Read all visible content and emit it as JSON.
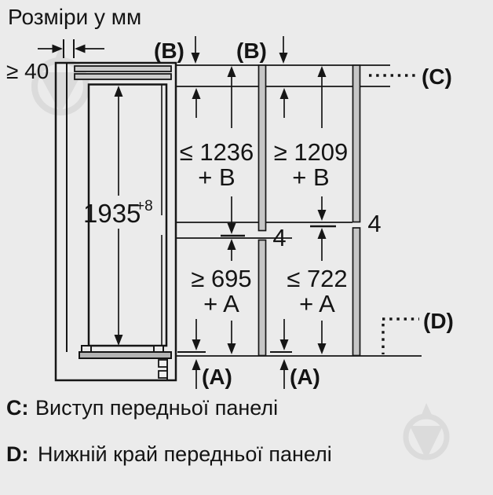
{
  "title": "Розміри у мм",
  "diagram": {
    "top_clearance": "≥ 40",
    "niche_height": "1935",
    "niche_height_tolerance": "+8",
    "panel_top_label_1": "(B)",
    "panel_top_label_2": "(B)",
    "front_panel_overhang_label": "(C)",
    "front_panel_bottom_edge_label": "(D)",
    "bottom_overlap_label_1": "(A)",
    "bottom_overlap_label_2": "(A)",
    "option_left": {
      "upper_panel": "≤ 1236",
      "upper_panel_add": "+ B",
      "lower_panel": "≥ 695",
      "lower_panel_add": "+ A",
      "panel_gap": "4"
    },
    "option_right": {
      "upper_panel": "≥ 1209",
      "upper_panel_add": "+ B",
      "lower_panel": "≤ 722",
      "lower_panel_add": "+ A",
      "panel_gap": "4"
    }
  },
  "legend": {
    "c_key": "C:",
    "c_text": "Виступ передньої панелі",
    "d_key": "D:",
    "d_text": "Нижній край передньої панелі"
  },
  "colors": {
    "background": "#ebebeb",
    "line": "#161616",
    "panel_fill": "#c6c6c6",
    "base_fill": "#b4b4b4",
    "watermark": "#dbdbdb"
  }
}
